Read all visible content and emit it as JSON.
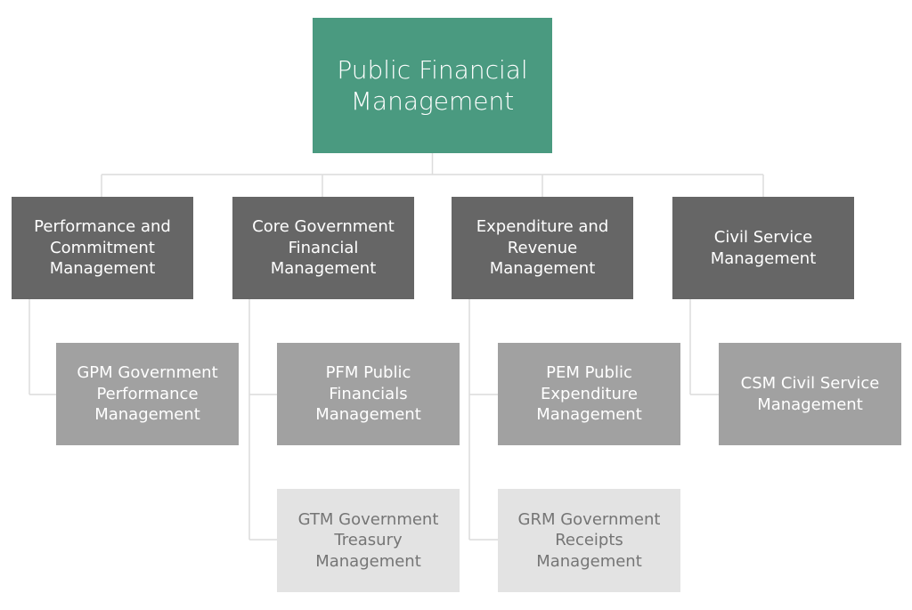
{
  "root": {
    "label": "Public Financial\nManagement"
  },
  "categories": [
    {
      "label": "Performance and\nCommitment\nManagement"
    },
    {
      "label": "Core Government\nFinancial\nManagement"
    },
    {
      "label": "Expenditure and\nRevenue\nManagement"
    },
    {
      "label": "Civil Service\nManagement"
    }
  ],
  "modules": [
    {
      "label": "GPM Government\nPerformance\nManagement"
    },
    {
      "label": "PFM Public\nFinancials\nManagement"
    },
    {
      "label": "GTM Government\nTreasury\nManagement"
    },
    {
      "label": "PEM Public\nExpenditure\nManagement"
    },
    {
      "label": "GRM Government\nReceipts\nManagement"
    },
    {
      "label": "CSM Civil Service\nManagement"
    }
  ],
  "colors": {
    "root": "#4a9a80",
    "category": "#666666",
    "module_primary": "#a1a1a1",
    "module_secondary": "#e3e3e3",
    "connector": "#dcdcdc"
  }
}
